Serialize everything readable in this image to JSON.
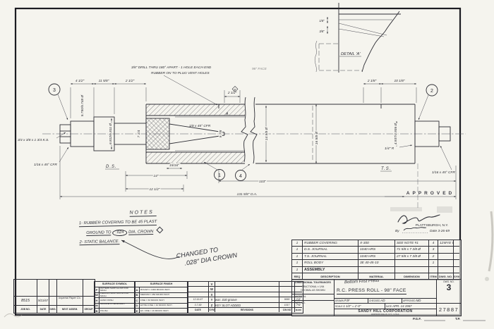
{
  "drawing": {
    "balloons": {
      "b1": "1",
      "b2": "2",
      "b3": "3",
      "b4": "4"
    },
    "labels": {
      "ds": "D.S.",
      "ts": "T.S.",
      "face": "98\" FACE",
      "flag_a": "A",
      "flag_b": "B"
    },
    "callouts": {
      "drill1": "3/8\" DRILL THRU 180° APART - 1 HOLE EACH END",
      "drill2": "RUBBER ON TO PLUG VENT HOLES",
      "keyseat": "3/4 x 3/8 x 1 3/4 K.S.",
      "cfr_left": "1/16 x 45° CFR",
      "cfr_right": "1/16 x 45° CFR",
      "cfr_mid": "1/8 x 45° CFR",
      "fillet_right": "1/4\" R"
    },
    "dims": {
      "t1": "4 1/2\"",
      "t2": "11 5/8\"",
      "t3": "2 1/2\"",
      "t4": "2 1/2\"",
      "t5": "2 1/8\"",
      "t6": "10 1/8\"",
      "b1": "15/16\"",
      "b2": "14\"",
      "b3": "12 1/2\"",
      "b4": "103\"",
      "b5": "131 5/8\" O.A.",
      "v1": "5.750/5.748 Ø",
      "v2": "6.812/6.811 Ø",
      "v3": "7 1/4",
      "v4": "14 5/8 Ø",
      "v5": "16 5/8 Ø",
      "v6": "4.937/4.936 Ø",
      "v7": "9 7/8"
    }
  },
  "detail_a": {
    "label": "DETAIL 'A'",
    "d1": "1/8\"",
    "d2": "3/8\""
  },
  "approval": {
    "stamp": "APPROVED",
    "city": "PLATTSBURGH, N.Y.",
    "by_label": "By",
    "date_value": "Date 3-26-69"
  },
  "notes_block": {
    "heading": "NOTES",
    "n1a": "1- RUBBER COVERING TO BE 45 PLAST",
    "n1b_pre": "GROUND TO",
    "n1b_oval": ".024",
    "n1b_end": "DIA. CROWN",
    "n2": "2- STATIC BALANCE.",
    "changed1": "CHANGED TO",
    "changed2": ".028\" DIA CROWN"
  },
  "parts_list": {
    "headers": [
      "REQ",
      "DESCRIPTION",
      "MATERIAL",
      "DIMENSION",
      "ITEM",
      "DWG. NO.",
      "SYM"
    ],
    "rows": [
      {
        "req": "1",
        "desc": "RUBBER COVERING",
        "mat": "X-300",
        "dim": "SEE NOTE #1",
        "item": "4",
        "dwg": "12WYE WD",
        "sym": ""
      },
      {
        "req": "1",
        "desc": "D.S. JOURNAL",
        "mat": "1040 HRS",
        "dim": "71 5/8 x 7 3/8 Ø",
        "item": "3",
        "dwg": "",
        "sym": ""
      },
      {
        "req": "1",
        "desc": "T.S. JOURNAL",
        "mat": "1040 HRS",
        "dim": "27 5/8 x 7 3/8 Ø",
        "item": "2",
        "dwg": "",
        "sym": ""
      },
      {
        "req": "1",
        "desc": "ROLL BODY",
        "mat": "3E 40-45-10",
        "dim": "",
        "item": "1",
        "dwg": "",
        "sym": ""
      },
      {
        "req": "1",
        "desc": "ASSEMBLY",
        "mat": "",
        "dim": "",
        "item": "",
        "dwg": "",
        "sym": ""
      }
    ]
  },
  "title_block": {
    "tol1": "DIMENSIONAL TOLERANCES",
    "tol2": "FRACTIONAL ± 1/64",
    "tol3": "DECIMAL AS SHOWN",
    "material_label": "MATERIAL",
    "patt_label": "PATT. NO.",
    "subtitle": "Bottom First Press",
    "title": "R.C. PRESS ROLL - 98\" FACE",
    "drawn_label": "DRAWN",
    "drawn": "PJF",
    "checked_label": "CHECKED",
    "checked": "AD",
    "approved_label": "APPROVED",
    "approved": "MD",
    "scale_label": "SCALE",
    "scale": "1 1/2\" = 1'-0\"",
    "date_label": "DATE",
    "date": "APR. 14 1967",
    "company": "SANDY HILL CORPORATION",
    "company_sub": "HUDSON FALLS, N.Y., U.S.A.",
    "dwg_label": "DWG. NO.",
    "dwg_no": "3",
    "order_no": "27887"
  },
  "surface_symbol": {
    "header": "SURFACE SYMBOL",
    "rows": [
      {
        "k": "P",
        "v": "PATTERN SHOP ALLOW FOR MACH."
      },
      {
        "k": "W",
        "v": "WELDING SHOP ALLOW FOR MACH."
      },
      {
        "k": "H",
        "v": "HAND FINISH"
      },
      {
        "k": "M",
        "v": "MACHINE IF NECESSARY"
      },
      {
        "k": "B",
        "v": "POLISH"
      }
    ]
  },
  "surface_finish": {
    "header": "SURFACE FINISH",
    "rows": [
      {
        "k": "A",
        "v": "ROUGH = 1000 MICRO INCH"
      },
      {
        "k": "B",
        "v": "MEDIUM = 250 MICRO INCH"
      },
      {
        "k": "C",
        "v": "FINE = 63 MICRO INCH"
      },
      {
        "k": "D",
        "v": "EXTRA FINE = 32 MICRO INCH"
      },
      {
        "k": "E",
        "v": "EX. FINE = 16 MICRO INCH"
      }
    ]
  },
  "revisions": {
    "rows": [
      {
        "date": "",
        "sym": "V",
        "rev": "",
        "cn": "",
        "mark": ""
      },
      {
        "date": "",
        "sym": "W",
        "rev": "",
        "cn": "",
        "mark": ""
      },
      {
        "date": "",
        "sym": "X",
        "rev": "",
        "cn": "",
        "mark": ""
      },
      {
        "date": "12-16-67",
        "sym": "Y",
        "rev": "was .030 groove",
        "cn": "9065",
        "mark": "PJF"
      },
      {
        "date": "3-7-69",
        "sym": "Z",
        "rev": "KEY SLOT ADDED",
        "cn": "1017",
        "mark": "PW"
      }
    ],
    "footer": {
      "date": "DATE",
      "sym": "SYM",
      "rev": "REVISIONS",
      "cn": "C/N NO",
      "mark": "MARK"
    }
  },
  "job_strip": {
    "headers": [
      "JOB NO.",
      "DATE",
      "DWG.",
      "NEXT ASSEM.",
      "GROUP"
    ],
    "job_no": "8515",
    "date": "9/21/67",
    "next_assem": "Imperial Paper Co."
  },
  "margin": {
    "pgf": "P.G.F.",
    "tp": "T.P."
  }
}
